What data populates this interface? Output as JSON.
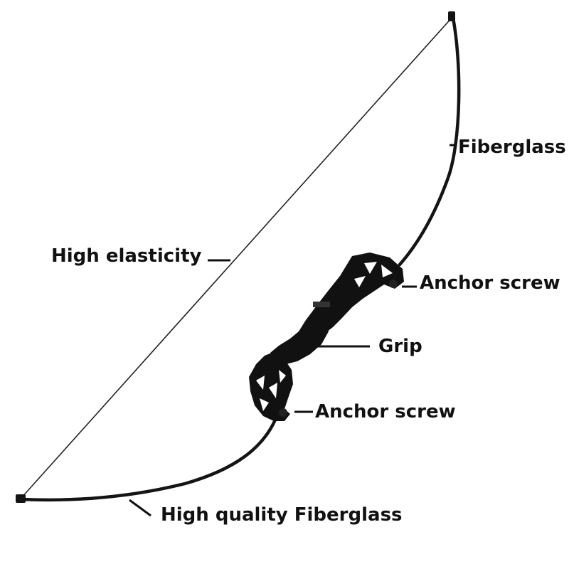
{
  "labels": {
    "fiberglass": "Fiberglass",
    "high_elasticity": "High elasticity",
    "anchor_screw_top": "Anchor screw",
    "grip": "Grip",
    "anchor_screw_bottom": "Anchor screw",
    "high_quality_fiberglass": "High quality Fiberglass"
  },
  "colors": {
    "background": "#ffffff",
    "bow": "#141414",
    "text": "#111111"
  }
}
